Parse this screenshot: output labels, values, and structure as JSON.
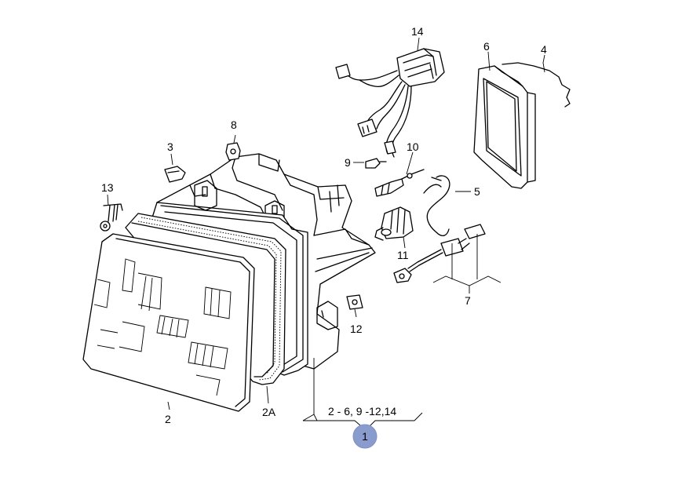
{
  "callouts": {
    "p1": "1",
    "p2": "2",
    "p2a": "2A",
    "p3": "3",
    "p4": "4",
    "p5": "5",
    "p6": "6",
    "p7": "7",
    "p8": "8",
    "p9": "9",
    "p10": "10",
    "p11": "11",
    "p12": "12",
    "p13": "13",
    "p14": "14",
    "range": "2 - 6, 9 -12,14"
  },
  "colors": {
    "badge_fill": "#8a9cce",
    "line": "#000000"
  }
}
